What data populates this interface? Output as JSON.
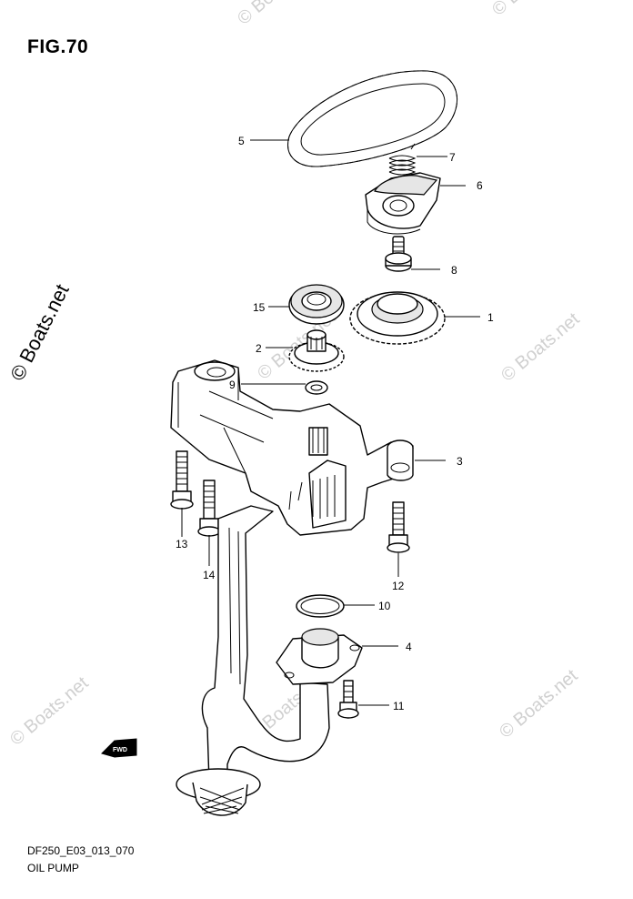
{
  "figure": {
    "title": "FIG.70",
    "code": "DF250_E03_013_070",
    "name": "OIL PUMP"
  },
  "watermark": {
    "main_text": "© Boats.net",
    "repeat_text": "© Boats.net"
  },
  "fwd_arrow_label": "FWD",
  "callouts": [
    {
      "id": "5",
      "label": "5"
    },
    {
      "id": "7",
      "label": "7"
    },
    {
      "id": "6",
      "label": "6"
    },
    {
      "id": "8",
      "label": "8"
    },
    {
      "id": "15",
      "label": "15"
    },
    {
      "id": "1",
      "label": "1"
    },
    {
      "id": "2",
      "label": "2"
    },
    {
      "id": "9",
      "label": "9"
    },
    {
      "id": "3",
      "label": "3"
    },
    {
      "id": "13",
      "label": "13"
    },
    {
      "id": "14",
      "label": "14"
    },
    {
      "id": "12",
      "label": "12"
    },
    {
      "id": "10",
      "label": "10"
    },
    {
      "id": "4",
      "label": "4"
    },
    {
      "id": "11",
      "label": "11"
    }
  ]
}
